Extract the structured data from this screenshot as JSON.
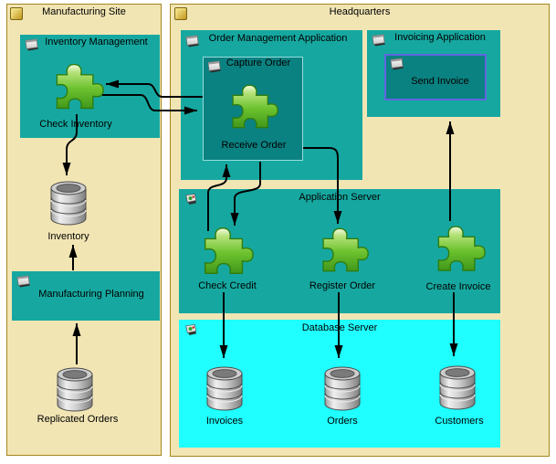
{
  "sites": {
    "manufacturing": {
      "title": "Manufacturing Site",
      "inventory_management": {
        "title": "Inventory Management",
        "component": "Check Inventory"
      },
      "inventory_db": {
        "label": "Inventory"
      },
      "manufacturing_planning": {
        "title": "Manufacturing Planning"
      },
      "replicated_orders_db": {
        "label": "Replicated Orders"
      }
    },
    "headquarters": {
      "title": "Headquarters",
      "order_management": {
        "title": "Order Management Application",
        "capture_order": {
          "title": "Capture Order",
          "component": "Receive Order"
        }
      },
      "invoicing": {
        "title": "Invoicing Application",
        "send_invoice": {
          "title": "Send Invoice"
        }
      },
      "application_server": {
        "title": "Application Server",
        "components": [
          {
            "label": "Check Credit"
          },
          {
            "label": "Register Order"
          },
          {
            "label": "Create Invoice"
          }
        ]
      },
      "database_server": {
        "title": "Database Server",
        "databases": [
          {
            "label": "Invoices"
          },
          {
            "label": "Orders"
          },
          {
            "label": "Customers"
          }
        ]
      }
    }
  },
  "colors": {
    "site_fill": "#f2e5b4",
    "site_border": "#a5861e",
    "application_box": "#16a8a0",
    "inner_process_box": "#0a8281",
    "capture_order_border": "#97dcdc",
    "send_invoice_border": "#6066e0",
    "database_server_fill": "#1fffff",
    "component_green": "#6cc22e",
    "connector": "#000000"
  }
}
